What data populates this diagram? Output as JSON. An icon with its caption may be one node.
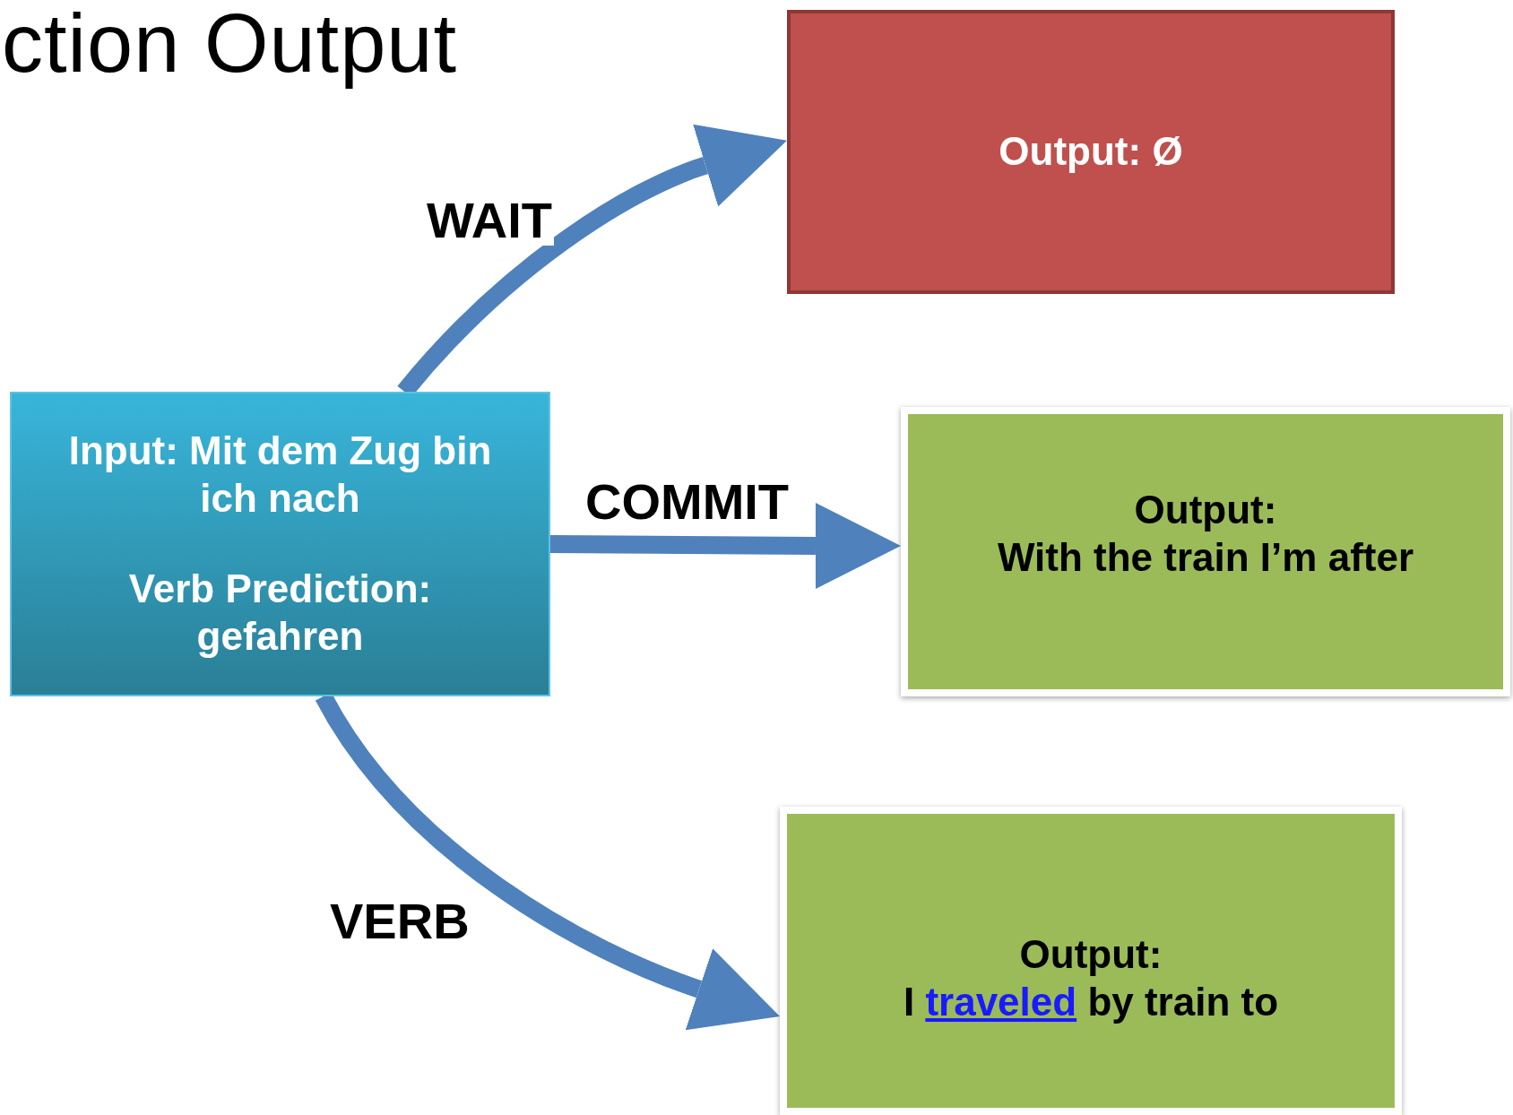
{
  "diagram": {
    "title": "ction Output",
    "nodes": [
      {
        "text": [
          "Input: Mit dem Zug bin ich nach",
          "Verb Prediction: gefahren"
        ]
      },
      {
        "text": [
          "Output: Ø"
        ]
      },
      {
        "text": [
          "Output:",
          "With the train I’m after"
        ]
      },
      {
        "text": [
          "Output:",
          "I *traveled* by train to"
        ]
      }
    ],
    "edges": [
      {
        "from": 0,
        "to": 1,
        "arrow": "to",
        "label": "WAIT"
      },
      {
        "from": 0,
        "to": 2,
        "arrow": "to",
        "label": "COMMIT"
      },
      {
        "from": 0,
        "to": 3,
        "arrow": "to",
        "label": "VERB"
      }
    ]
  }
}
